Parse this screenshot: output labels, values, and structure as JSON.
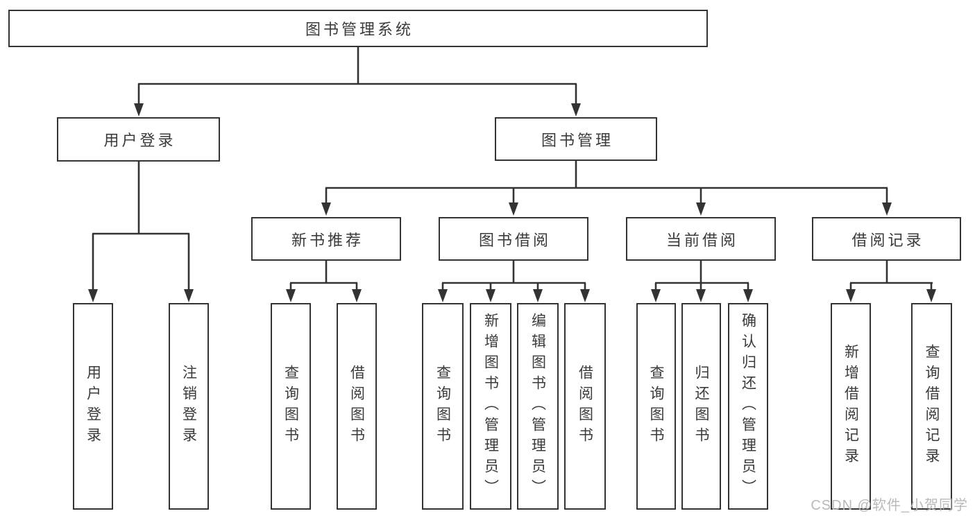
{
  "colors": {
    "line": "#333333",
    "text": "#3a3a3a",
    "background": "#ffffff",
    "watermark": "#b9b9b9",
    "box_fill": "#ffffff"
  },
  "watermark": {
    "text": "CSDN @软件_小贺同学"
  },
  "tree": {
    "root": {
      "label": "图书管理系统"
    },
    "branches": [
      {
        "label": "用户登录",
        "children": [
          {
            "label": "用户登录"
          },
          {
            "label": "注销登录"
          }
        ]
      },
      {
        "label": "图书管理",
        "groups": [
          {
            "label": "新书推荐",
            "children": [
              {
                "label": "查询图书"
              },
              {
                "label": "借阅图书"
              }
            ]
          },
          {
            "label": "图书借阅",
            "children": [
              {
                "label": "查询图书"
              },
              {
                "label": "新增图书（管理员）"
              },
              {
                "label": "编辑图书（管理员）"
              },
              {
                "label": "借阅图书"
              }
            ]
          },
          {
            "label": "当前借阅",
            "children": [
              {
                "label": "查询图书"
              },
              {
                "label": "归还图书"
              },
              {
                "label": "确认归还（管理员）"
              }
            ]
          },
          {
            "label": "借阅记录",
            "children": [
              {
                "label": "新增借阅记录"
              },
              {
                "label": "查询借阅记录"
              }
            ]
          }
        ]
      }
    ]
  }
}
